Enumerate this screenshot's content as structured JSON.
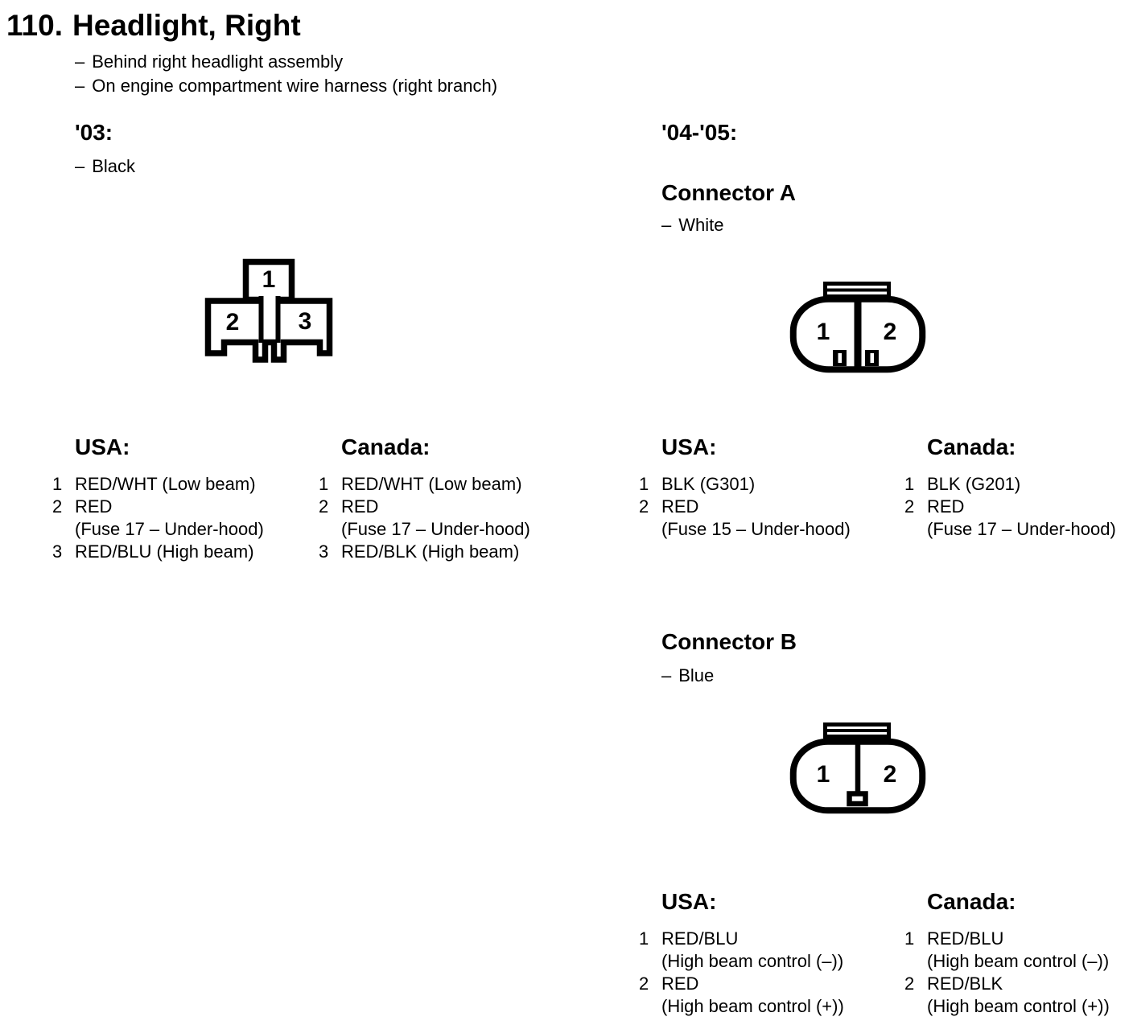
{
  "colors": {
    "ink": "#000000",
    "paper": "#ffffff"
  },
  "doc": {
    "number": "110.",
    "title": "Headlight, Right",
    "dash": "–",
    "bullets": [
      "Behind right headlight assembly",
      "On engine compartment wire harness (right branch)"
    ]
  },
  "s03": {
    "year": "'03:",
    "color_note": "Black",
    "pins": [
      "1",
      "2",
      "3"
    ],
    "usa": {
      "heading": "USA:",
      "items": [
        {
          "n": "1",
          "t": "RED/WHT (Low beam)"
        },
        {
          "n": "2",
          "t": "RED",
          "s": "(Fuse 17 – Under-hood)"
        },
        {
          "n": "3",
          "t": "RED/BLU (High beam)"
        }
      ]
    },
    "canada": {
      "heading": "Canada:",
      "items": [
        {
          "n": "1",
          "t": "RED/WHT (Low beam)"
        },
        {
          "n": "2",
          "t": "RED",
          "s": "(Fuse 17 – Under-hood)"
        },
        {
          "n": "3",
          "t": "RED/BLK (High beam)"
        }
      ]
    }
  },
  "s0405": {
    "year": "'04-'05:",
    "connA": {
      "heading": "Connector A",
      "color_note": "White",
      "pins": [
        "1",
        "2"
      ],
      "usa": {
        "heading": "USA:",
        "items": [
          {
            "n": "1",
            "t": "BLK (G301)"
          },
          {
            "n": "2",
            "t": "RED",
            "s": "(Fuse 15 – Under-hood)"
          }
        ]
      },
      "canada": {
        "heading": "Canada:",
        "items": [
          {
            "n": "1",
            "t": "BLK (G201)"
          },
          {
            "n": "2",
            "t": "RED",
            "s": "(Fuse 17 – Under-hood)"
          }
        ]
      }
    },
    "connB": {
      "heading": "Connector B",
      "color_note": "Blue",
      "pins": [
        "1",
        "2"
      ],
      "usa": {
        "heading": "USA:",
        "items": [
          {
            "n": "1",
            "t": "RED/BLU",
            "s": "(High beam control (–))"
          },
          {
            "n": "2",
            "t": "RED",
            "s": "(High beam control (+))"
          }
        ]
      },
      "canada": {
        "heading": "Canada:",
        "items": [
          {
            "n": "1",
            "t": "RED/BLU",
            "s": "(High beam control (–))"
          },
          {
            "n": "2",
            "t": "RED/BLK",
            "s": "(High beam control (+))"
          }
        ]
      }
    }
  }
}
